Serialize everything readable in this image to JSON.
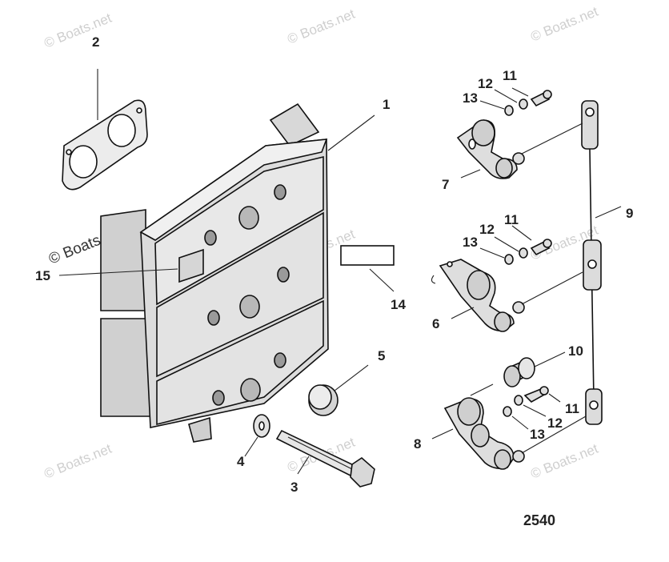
{
  "watermark": "© Boats.net",
  "figure_number": "2540",
  "callouts": [
    "1",
    "2",
    "3",
    "4",
    "5",
    "6",
    "7",
    "8",
    "9",
    "10",
    "11",
    "12",
    "13",
    "14",
    "15",
    "11",
    "12",
    "13",
    "11",
    "12",
    "13"
  ],
  "colors": {
    "part_fill": "#e2e2e2",
    "part_dark": "#b5b5b5",
    "line": "#222222",
    "watermark": "#cfcfcf"
  }
}
